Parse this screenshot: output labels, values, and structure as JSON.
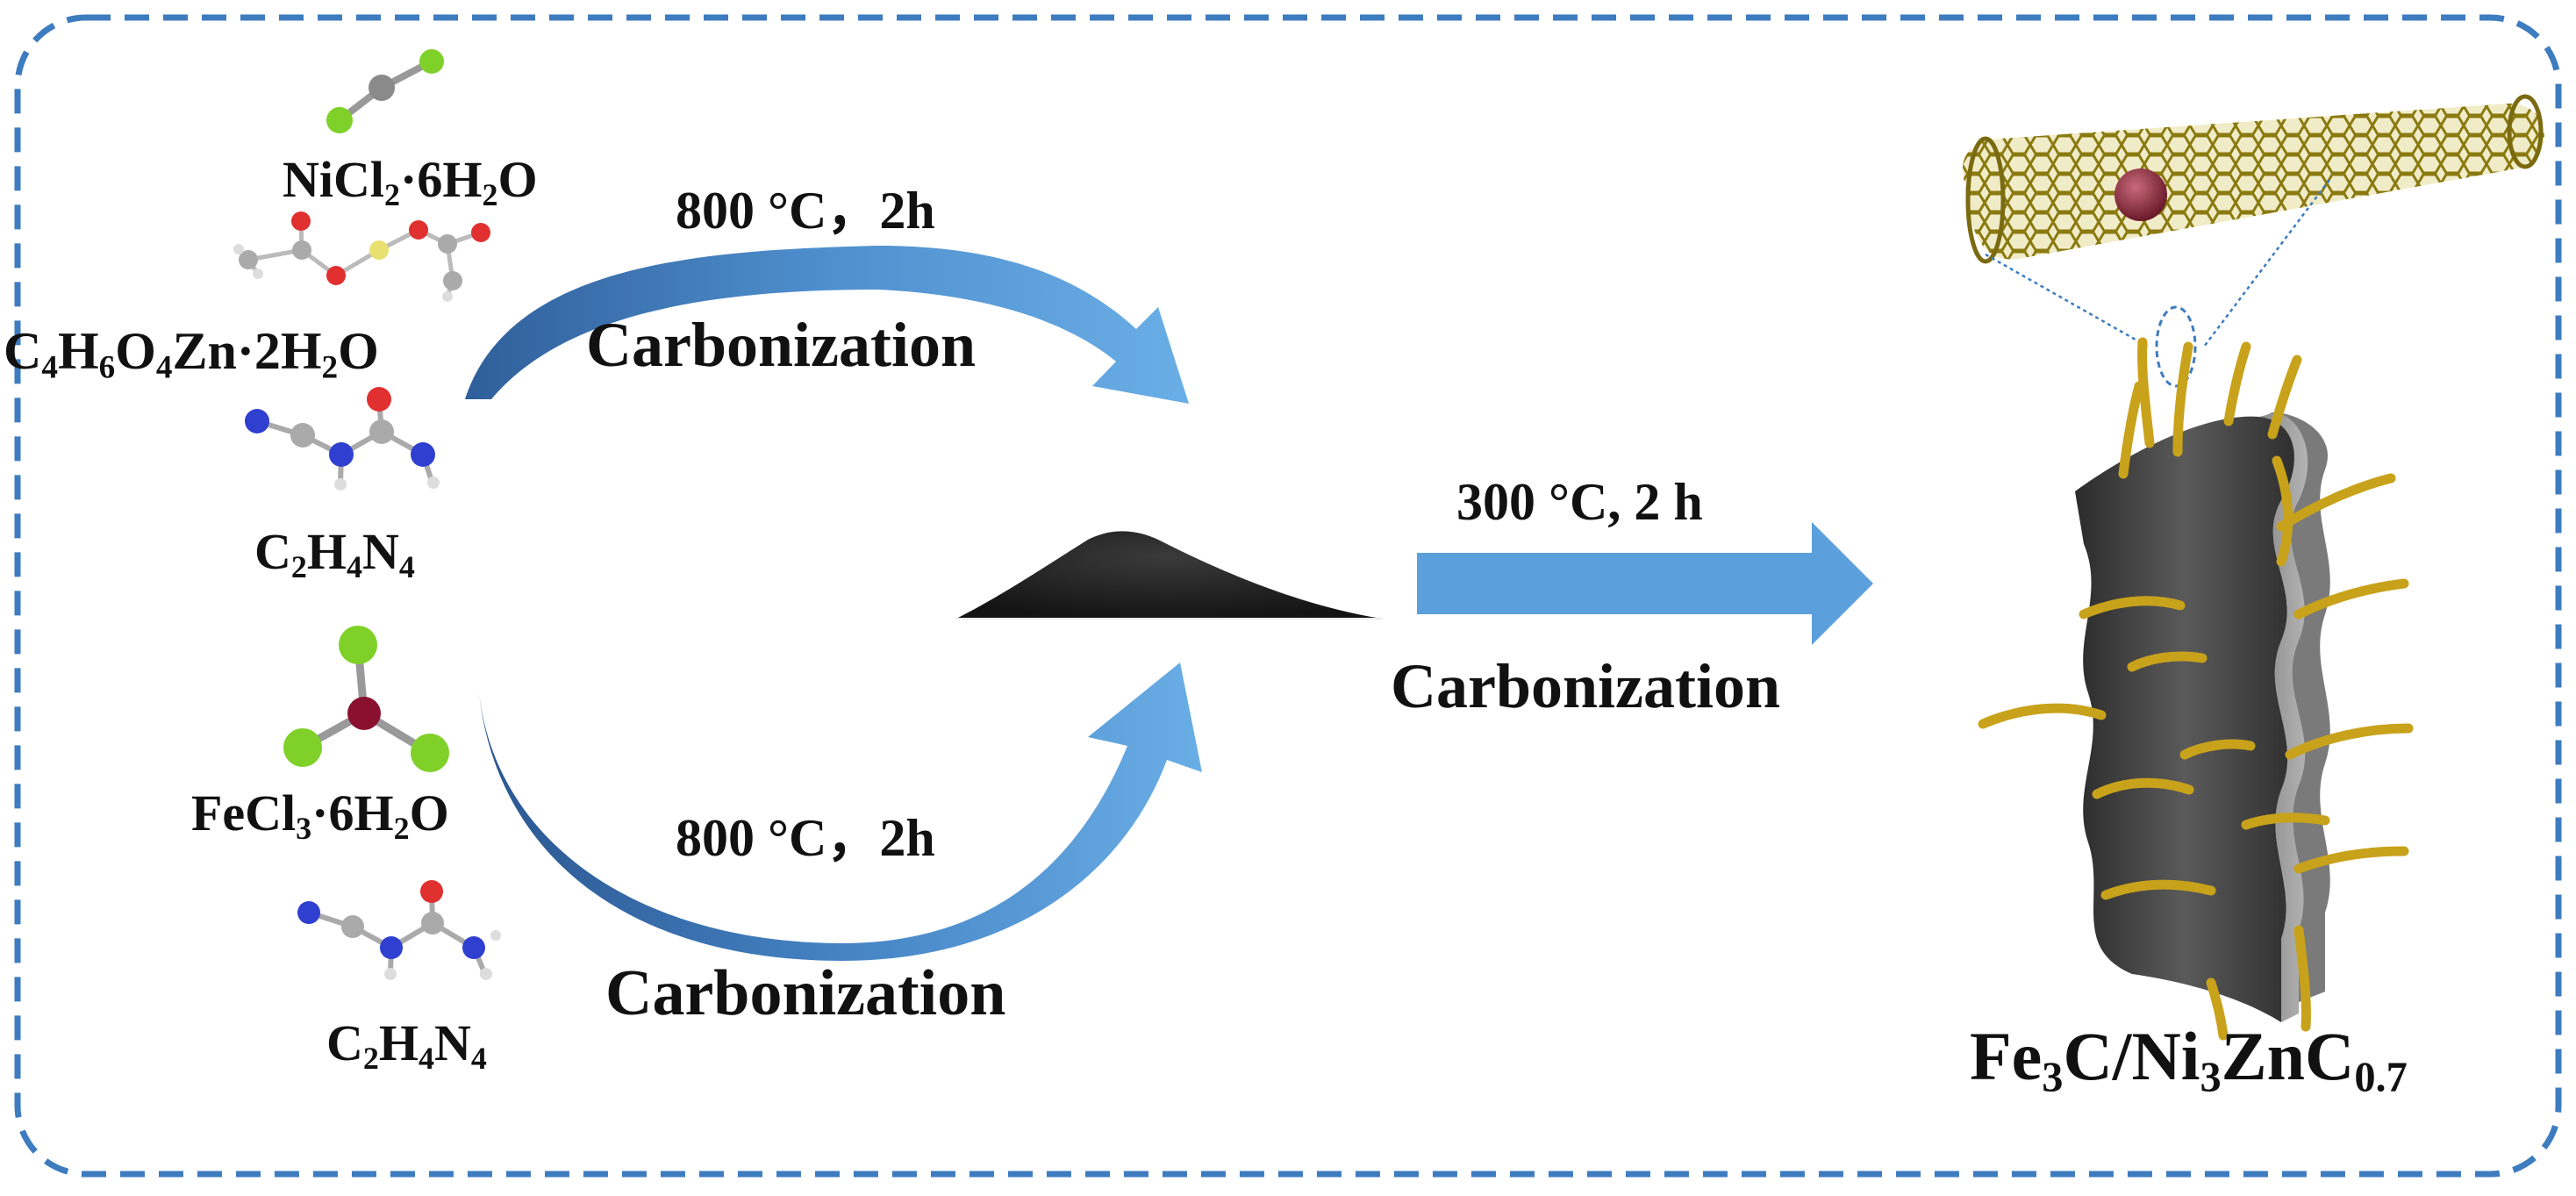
{
  "reagents_top": {
    "nicl2": {
      "a": "NiCl",
      "a_sub": "2",
      "b": "·6H",
      "b_sub": "2",
      "c": "O"
    },
    "zinc_acetate": {
      "a": "C",
      "a_sub": "4",
      "b": "H",
      "b_sub": "6",
      "c": "O",
      "c_sub": "4",
      "d": "Zn·2H",
      "d_sub": "2",
      "e": "O"
    },
    "dicyandiamide": {
      "a": "C",
      "a_sub": "2",
      "b": "H",
      "b_sub": "4",
      "c": "N",
      "c_sub": "4"
    }
  },
  "reagents_bottom": {
    "fecl3": {
      "a": "FeCl",
      "a_sub": "3",
      "b": "·6H",
      "b_sub": "2",
      "c": "O"
    },
    "dicyandiamide": {
      "a": "C",
      "a_sub": "2",
      "b": "H",
      "b_sub": "4",
      "c": "N",
      "c_sub": "4"
    }
  },
  "step_top": {
    "condition": "800 °C，2h",
    "process": "Carbonization"
  },
  "step_bottom": {
    "condition": "800 °C，2h",
    "process": "Carbonization"
  },
  "step_final": {
    "condition": "300 °C, 2 h",
    "process": "Carbonization"
  },
  "product": {
    "a": "Fe",
    "a_sub": "3",
    "b": "C/Ni",
    "b_sub": "3",
    "c": "ZnC",
    "c_sub": "0.7"
  },
  "colors": {
    "border": "#3d7cbf",
    "arrow_light": "#5ba0dc",
    "arrow_dark": "#2f5f9a",
    "sheet": "#4a4a4a",
    "nanotube": "#c8a21a",
    "carbon_atom": "#8a8a8a",
    "chlorine_atom": "#7fd12a",
    "oxygen_atom": "#e03030",
    "nitrogen_atom": "#2f3fd0",
    "iron_atom": "#8a1030",
    "zinc_atom": "#d8d040"
  },
  "icons": [
    "nicl2-molecule-icon",
    "zinc-acetate-molecule-icon",
    "dicyandiamide-molecule-icon",
    "fecl3-molecule-icon",
    "carbon-powder-icon",
    "carbon-nanotube-icon",
    "layered-sheet-composite-icon"
  ]
}
